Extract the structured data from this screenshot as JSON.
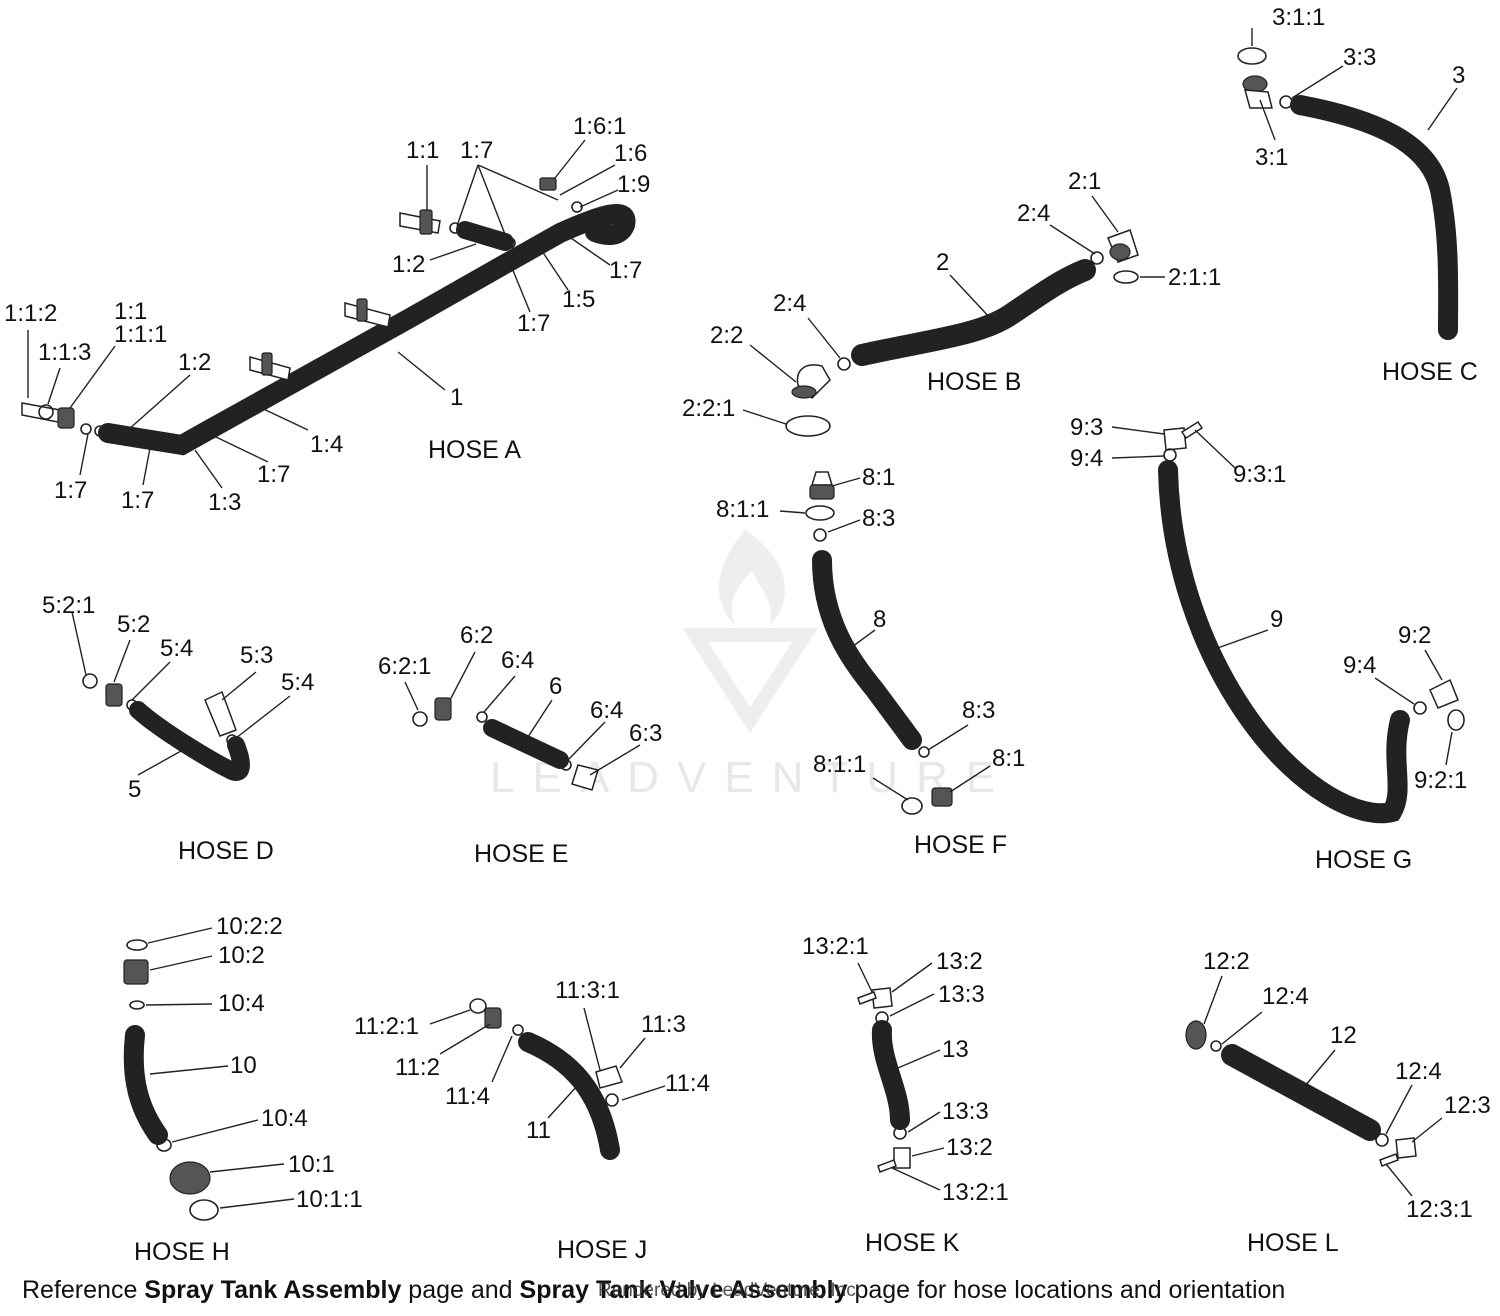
{
  "watermark": "LEADVENTURE",
  "credit": "Rendered by LeadVenture, Inc.",
  "footer": {
    "pre": "Reference ",
    "ref1": "Spray Tank Assembly",
    "mid": " page and ",
    "ref2": "Spray Tank Valve Assembly",
    "post": " page for hose locations and orientation"
  },
  "titles": [
    "HOSE A",
    "HOSE B",
    "HOSE C",
    "HOSE D",
    "HOSE E",
    "HOSE F",
    "HOSE G",
    "HOSE H",
    "HOSE J",
    "HOSE K",
    "HOSE L"
  ],
  "labels": [
    "1:6:1",
    "1:1",
    "1:7",
    "1:6",
    "1:9",
    "1:2",
    "1:7",
    "1:5",
    "1:7",
    "1:1:2",
    "1:1",
    "1:1:1",
    "1:1:3",
    "1:2",
    "1",
    "1:4",
    "1:7",
    "1:7",
    "1:3",
    "1:7",
    "2:1",
    "2:4",
    "2",
    "2:1:1",
    "2:4",
    "2:2",
    "2:2:1",
    "3:1:1",
    "3:3",
    "3",
    "3:1",
    "5:2:1",
    "5:2",
    "5:4",
    "5:3",
    "5:4",
    "5",
    "6:2",
    "6:4",
    "6:2:1",
    "6",
    "6:4",
    "6:3",
    "8:1",
    "8:1:1",
    "8:3",
    "8",
    "8:3",
    "8:1",
    "8:1:1",
    "9:3",
    "9:4",
    "9:3:1",
    "9",
    "9:2",
    "9:4",
    "9:2:1",
    "10:2:2",
    "10:2",
    "10:4",
    "10",
    "10:4",
    "10:1",
    "10:1:1",
    "11:3:1",
    "11:3",
    "11:2:1",
    "11:2",
    "11:4",
    "11:4",
    "11",
    "13:2:1",
    "13:2",
    "13:3",
    "13",
    "13:3",
    "13:2",
    "13:2:1",
    "12:2",
    "12:4",
    "12",
    "12:4",
    "12:3",
    "12:3:1"
  ]
}
